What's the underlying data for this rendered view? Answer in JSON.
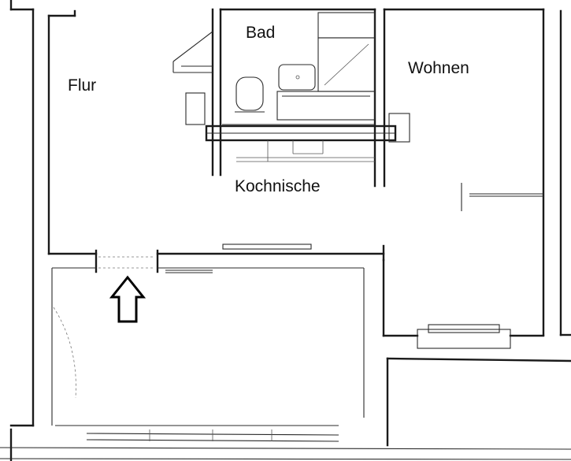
{
  "rooms": {
    "bad": "Bad",
    "flur": "Flur",
    "wohnen": "Wohnen",
    "kochnische": "Kochnische"
  },
  "colors": {
    "line": "#1a1a1a",
    "paper": "#ffffff",
    "arrow_fill": "#ffffff",
    "arrow_stroke": "#000000"
  },
  "icons": {
    "entrance": "up-arrow-outline"
  }
}
